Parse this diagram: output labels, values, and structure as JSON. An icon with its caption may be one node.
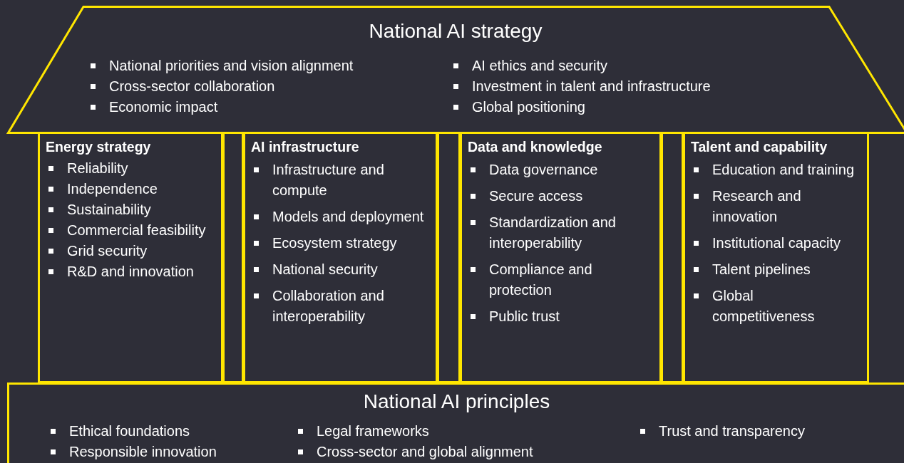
{
  "diagram": {
    "nodes": [
      {
        "text": [
          "National AI strategy",
          "National priorities and vision alignment",
          "Cross-sector collaboration",
          "Economic impact",
          "AI ethics and security",
          "Investment in talent and infrastructure",
          "Global positioning"
        ]
      },
      {
        "text": [
          "Energy strategy",
          "Reliability",
          "Independence",
          "Sustainability",
          "Commercial feasibility",
          "Grid security",
          "R&D and innovation"
        ]
      },
      {
        "text": [
          "AI infrastructure",
          "Infrastructure and compute",
          "Models and deployment",
          "Ecosystem strategy",
          "National security",
          "Collaboration and interoperability"
        ]
      },
      {
        "text": [
          "Data and knowledge",
          "Data governance",
          "Secure access",
          "Standardization and interoperability",
          "Compliance and protection",
          "Public trust"
        ]
      },
      {
        "text": [
          "Talent and capability",
          "Education and training",
          "Research and innovation",
          "Institutional capacity",
          "Talent pipelines",
          "Global competitiveness"
        ]
      },
      {
        "text": [
          "National AI principles",
          "Ethical foundations",
          "Responsible innovation",
          "Legal frameworks",
          "Cross-sector and global alignment",
          "Trust and transparency"
        ]
      },
      {
        "text": [],
        "shape": "box"
      },
      {
        "text": [],
        "shape": "box"
      },
      {
        "text": [],
        "shape": "box"
      }
    ],
    "edges": []
  }
}
